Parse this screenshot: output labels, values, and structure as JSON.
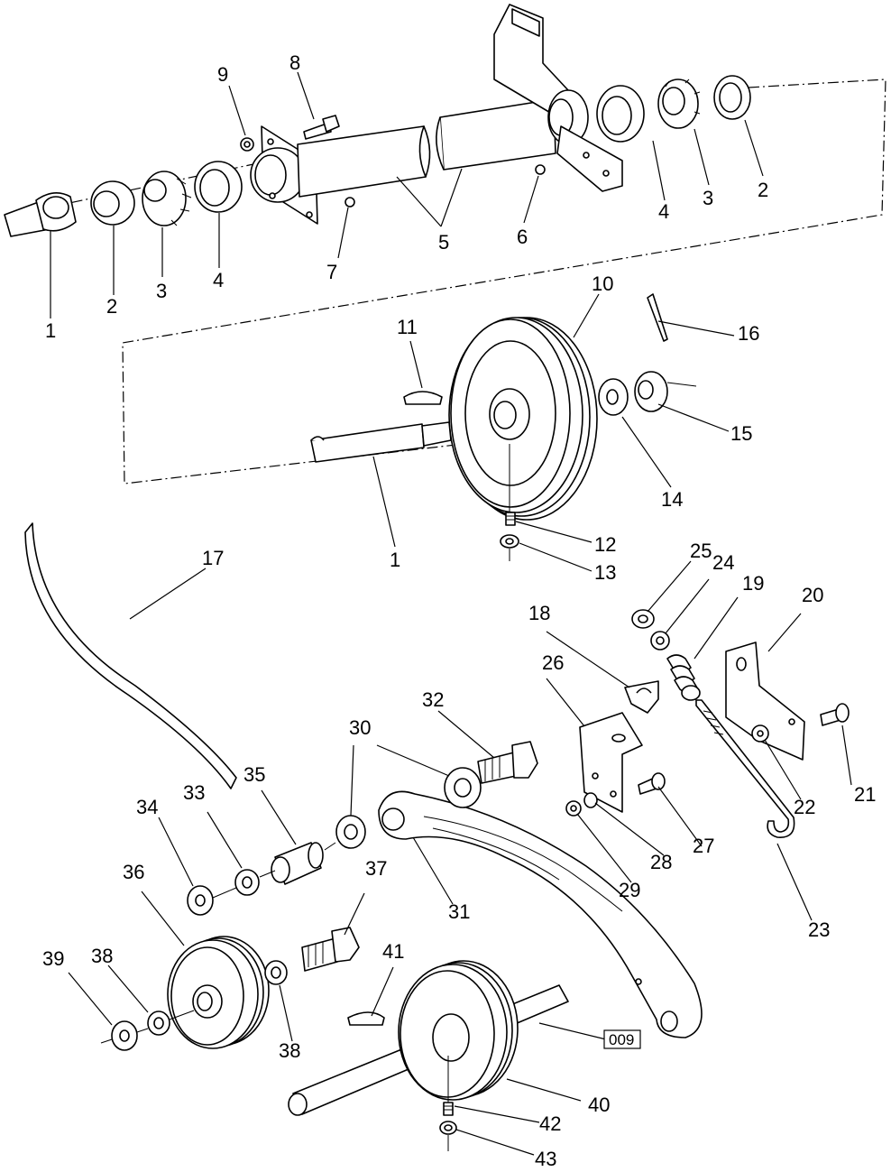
{
  "diagram": {
    "labels": {
      "l1a": "1",
      "l2a": "2",
      "l3a": "3",
      "l4a": "4",
      "l5": "5",
      "l6": "6",
      "l7": "7",
      "l8": "8",
      "l9": "9",
      "l4b": "4",
      "l3b": "3",
      "l2b": "2",
      "l10": "10",
      "l11": "11",
      "l16": "16",
      "l15": "15",
      "l14": "14",
      "l1b": "1",
      "l12": "12",
      "l13": "13",
      "l17": "17",
      "l25": "25",
      "l24": "24",
      "l19": "19",
      "l20": "20",
      "l18": "18",
      "l26": "26",
      "l32": "32",
      "l30": "30",
      "l35": "35",
      "l33": "33",
      "l34": "34",
      "l36": "36",
      "l37": "37",
      "l31": "31",
      "l27": "27",
      "l28": "28",
      "l29": "29",
      "l22": "22",
      "l21": "21",
      "l23": "23",
      "l38a": "38",
      "l39": "39",
      "l41": "41",
      "l38b": "38",
      "l40": "40",
      "l42": "42",
      "l43": "43"
    },
    "reference_code": "009"
  }
}
